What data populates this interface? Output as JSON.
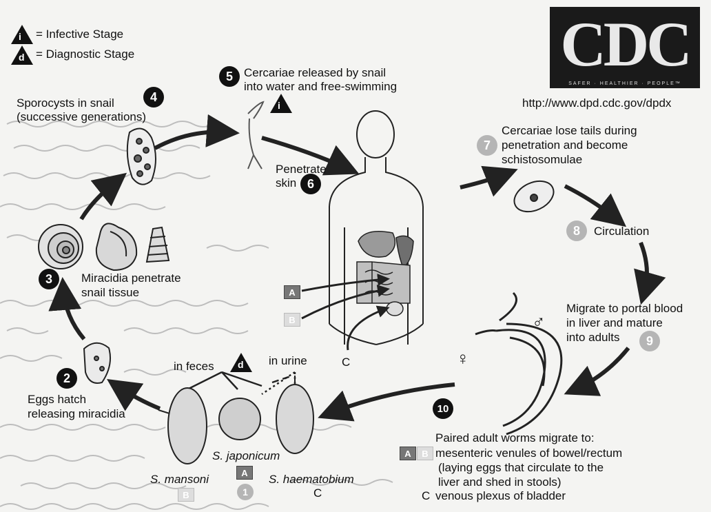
{
  "legend": {
    "infective_symbol": "i",
    "infective_label": "= Infective Stage",
    "diagnostic_symbol": "d",
    "diagnostic_label": "= Diagnostic Stage"
  },
  "logo": {
    "text": "CDC",
    "tagline": "SAFER · HEALTHIER · PEOPLE™",
    "url": "http://www.dpd.cdc.gov/dpdx"
  },
  "steps": {
    "s1": {
      "number": "1"
    },
    "s2": {
      "number": "2",
      "text_line1": "Eggs hatch",
      "text_line2": "releasing miracidia"
    },
    "s3": {
      "number": "3",
      "text_line1": "Miracidia penetrate",
      "text_line2": "snail tissue"
    },
    "s4": {
      "number": "4",
      "text_line1": "Sporocysts in snail",
      "text_line2": "(successive generations)"
    },
    "s5": {
      "number": "5",
      "text_line1": "Cercariae released by snail",
      "text_line2": "into water and free-swimming"
    },
    "s6": {
      "number": "6",
      "text_line1": "Penetrate",
      "text_line2": "skin"
    },
    "s7": {
      "number": "7",
      "text_line1": "Cercariae lose tails during",
      "text_line2": "penetration and become",
      "text_line3": "schistosomulae"
    },
    "s8": {
      "number": "8",
      "text": "Circulation"
    },
    "s9": {
      "number": "9",
      "text_line1": "Migrate to portal blood",
      "text_line2": "in liver and mature",
      "text_line3": "into adults"
    },
    "s10": {
      "number": "10",
      "text_line1": "Paired adult worms migrate to:",
      "text_line2": "mesenteric venules of bowel/rectum",
      "text_line3": "(laying eggs that circulate to the",
      "text_line4": "liver and shed in stools)",
      "text_line5": "venous plexus of bladder"
    }
  },
  "eggs": {
    "in_feces": "in feces",
    "in_urine": "in urine",
    "mansoni": "S. mansoni",
    "japonicum": "S. japonicum",
    "haematobium": "S. haematobium"
  },
  "badges": {
    "a": "A",
    "b": "B",
    "c": "C"
  },
  "symbols": {
    "male": "♂",
    "female": "♀"
  }
}
